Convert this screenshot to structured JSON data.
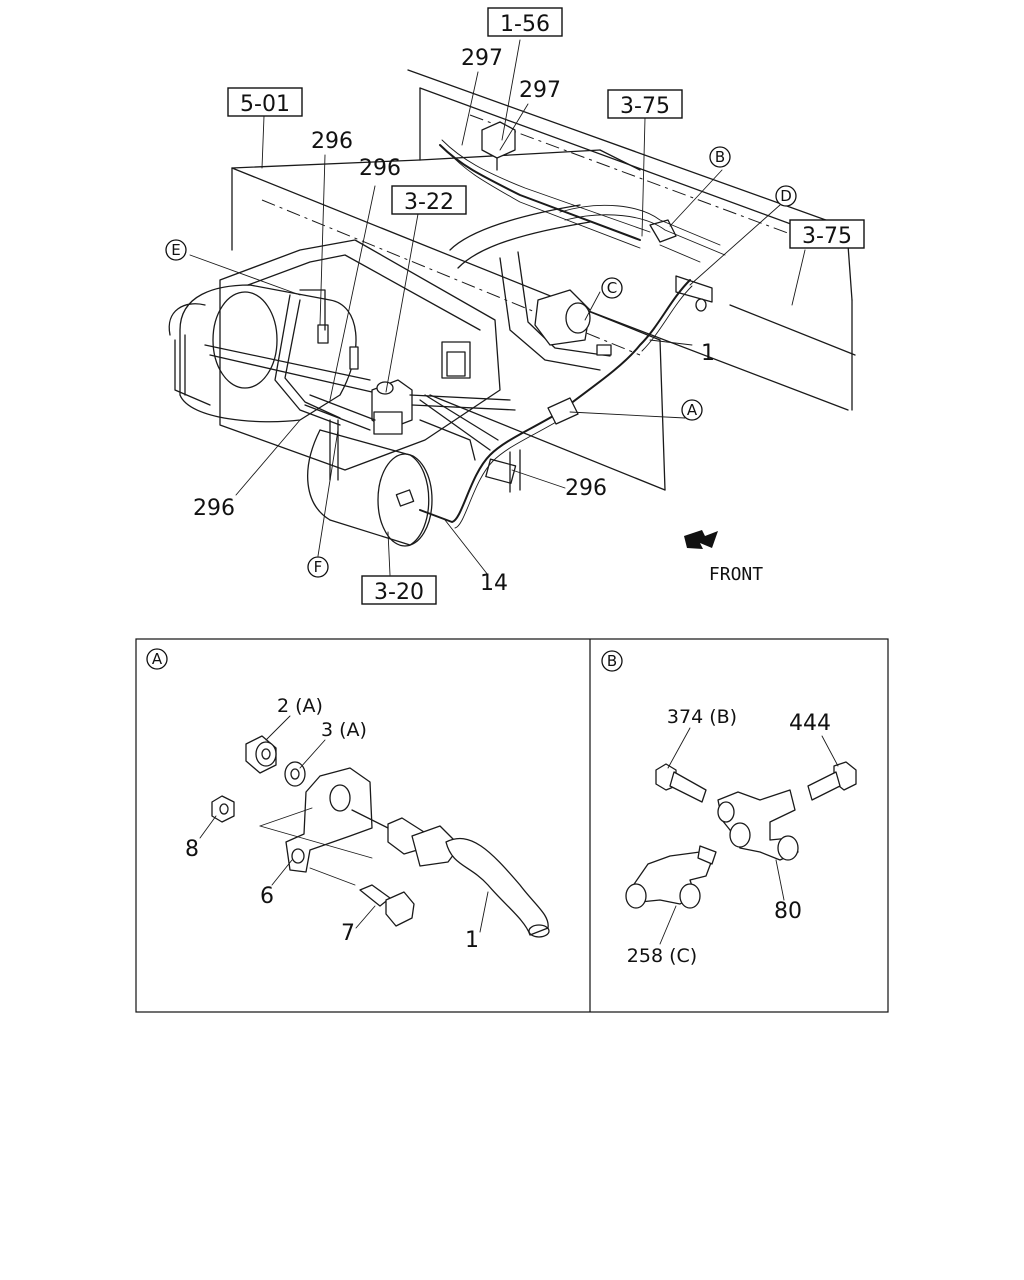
{
  "refs": {
    "r156": "1-56",
    "r501": "5-01",
    "r375a": "3-75",
    "r375b": "3-75",
    "r322": "3-22",
    "r320": "3-20"
  },
  "parts": {
    "p297a": "297",
    "p297b": "297",
    "p296a": "296",
    "p296b": "296",
    "p296c": "296",
    "p296d": "296",
    "p1": "1",
    "p14": "14"
  },
  "callouts": {
    "A": "A",
    "B": "B",
    "C": "C",
    "D": "D",
    "E": "E",
    "F": "F"
  },
  "direction": "FRONT",
  "detail_a": {
    "tag": "A",
    "labels": {
      "p2": "2 (A)",
      "p3": "3 (A)",
      "p8": "8",
      "p6": "6",
      "p7": "7",
      "p1": "1"
    }
  },
  "detail_b": {
    "tag": "B",
    "labels": {
      "p374": "374 (B)",
      "p444": "444",
      "p80": "80",
      "p258": "258 (C)"
    }
  }
}
